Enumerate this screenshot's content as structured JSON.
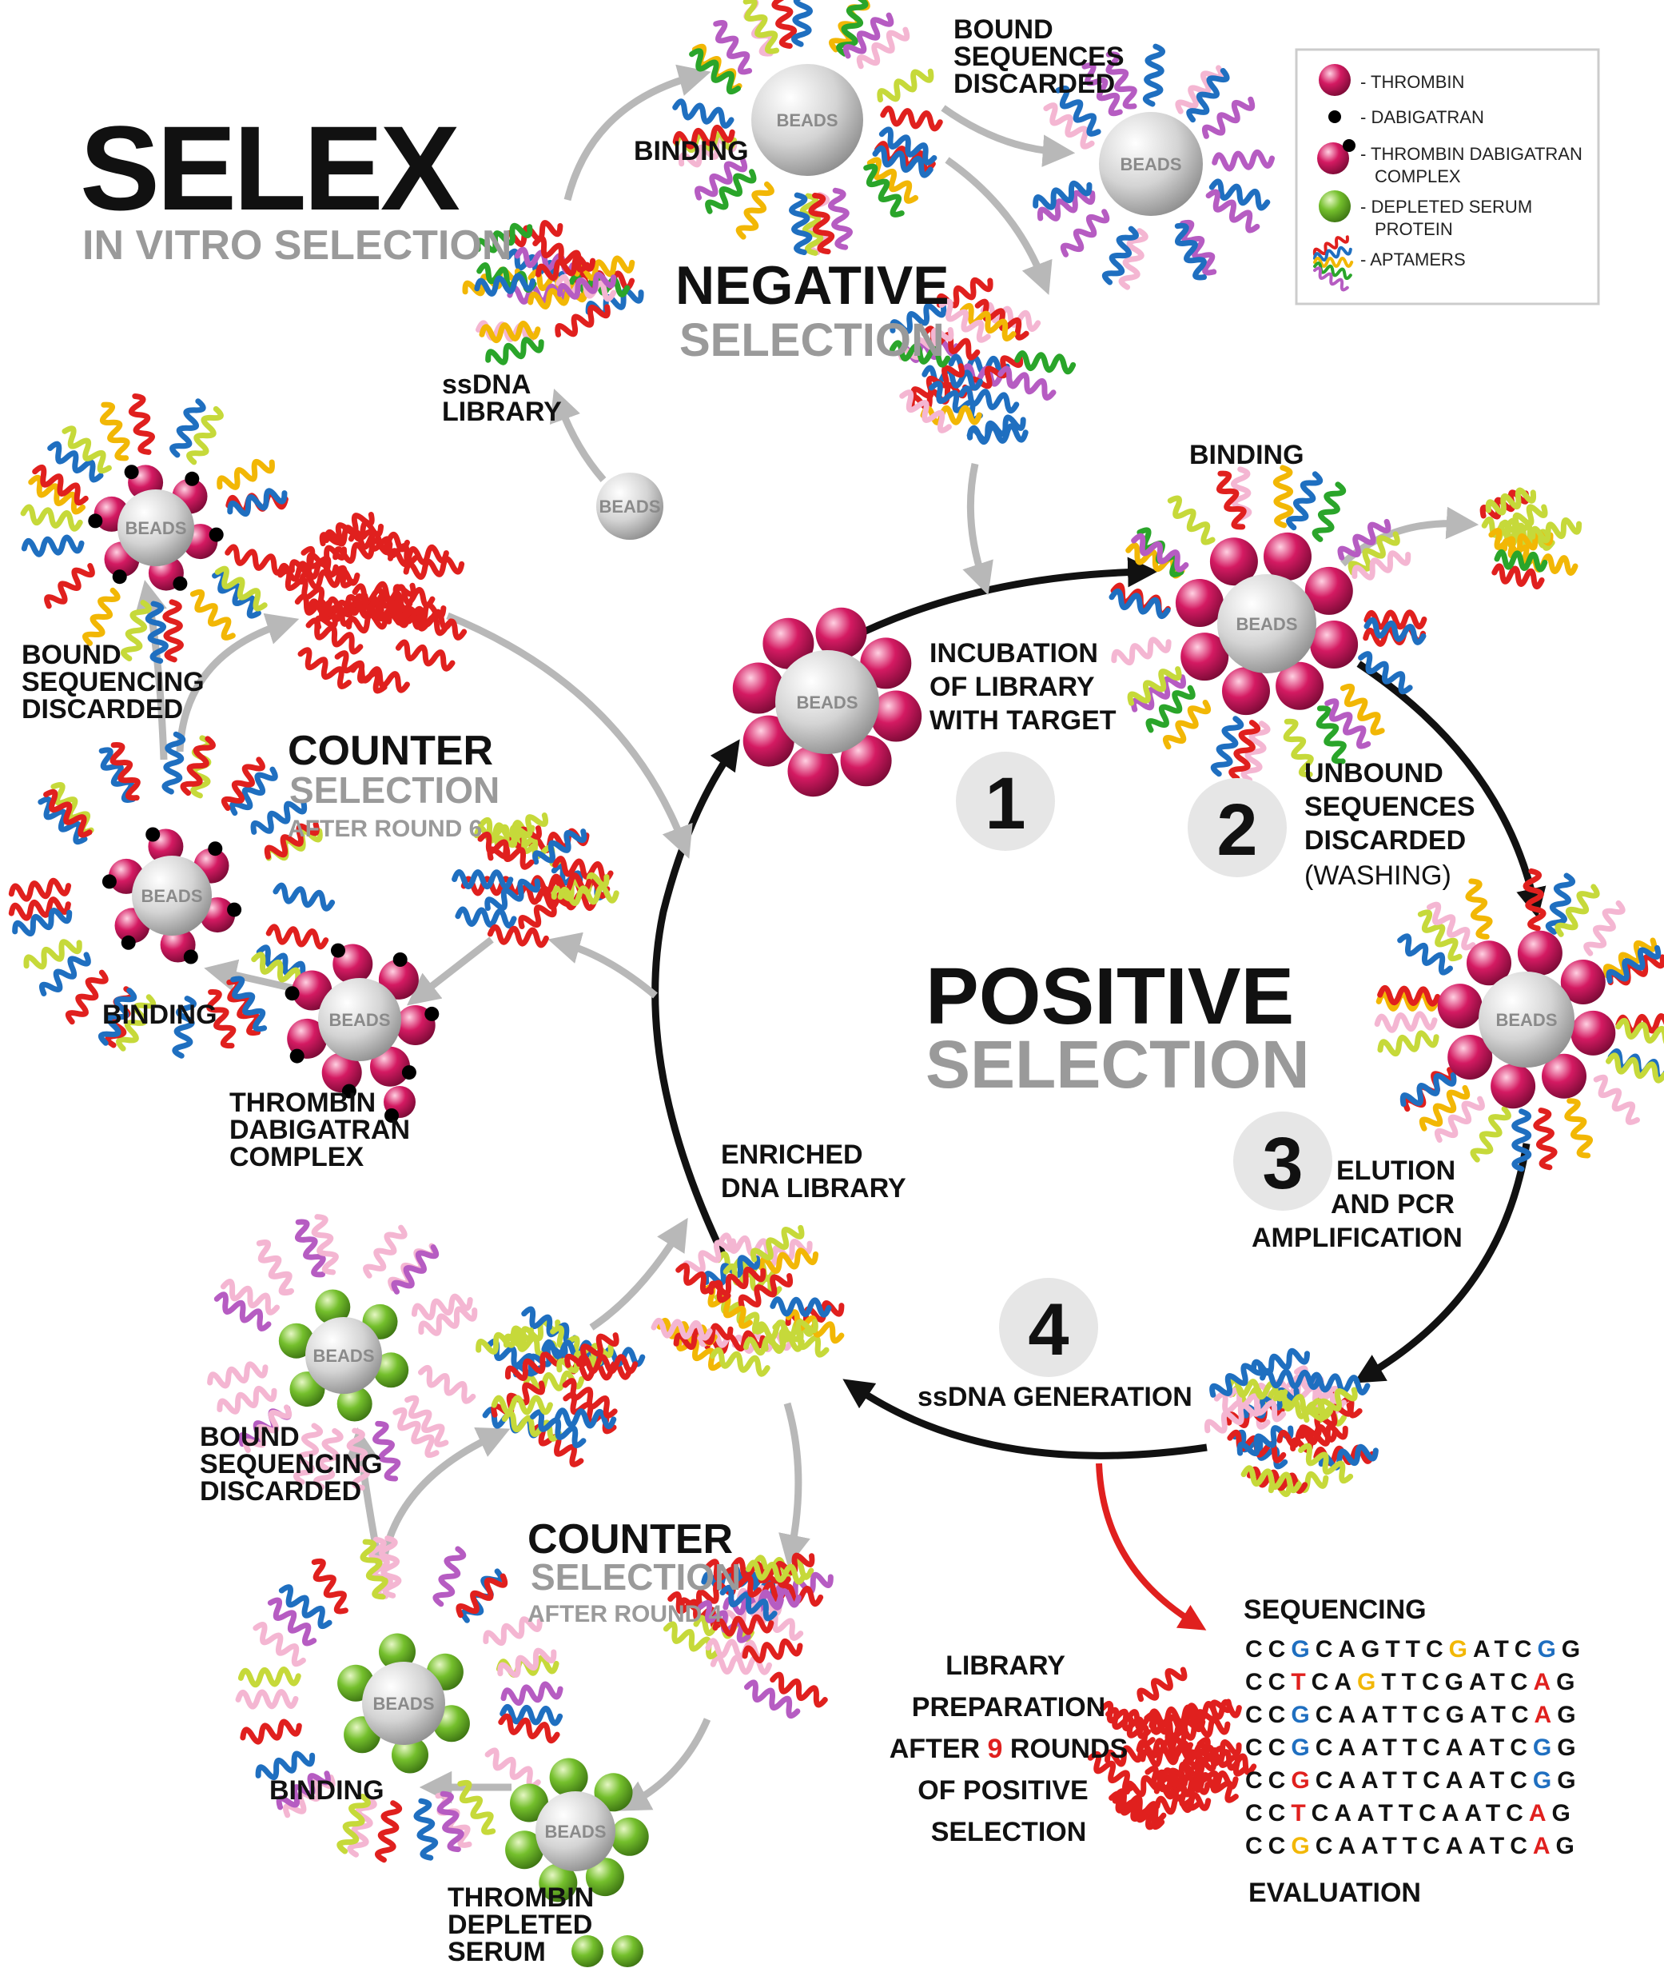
{
  "title": "SELEX",
  "subtitle": "IN VITRO SELECTION",
  "colors": {
    "thrombin": "#c8125a",
    "dabigatran": "#000000",
    "serum": "#6db52a",
    "bead": "#cfcfcf",
    "arrow_main": "#111111",
    "arrow_side": "#b8b8b8",
    "arrow_red": "#e0201e",
    "seq_black": "#111111",
    "seq_blue": "#1f6fc0",
    "seq_red": "#e0201e",
    "seq_yellow": "#f2b705",
    "strand_palette": [
      "#e0201e",
      "#1f6fc0",
      "#f2b705",
      "#2aa52a",
      "#b65cc2",
      "#c6d93a",
      "#f4b6d2"
    ]
  },
  "legend": {
    "items": [
      {
        "icon": "thrombin-icon",
        "label": "- THROMBIN"
      },
      {
        "icon": "dabigatran-icon",
        "label": "- DABIGATRAN"
      },
      {
        "icon": "complex-icon",
        "label": "- THROMBIN DABIGATRAN",
        "label2": "COMPLEX"
      },
      {
        "icon": "serum-icon",
        "label": "- DEPLETED SERUM",
        "label2": "PROTEIN"
      },
      {
        "icon": "aptamer-icon",
        "label": "- APTAMERS"
      }
    ]
  },
  "bead_label": "BEADS",
  "negative": {
    "title": "NEGATIVE",
    "subtitle": "SELECTION",
    "binding": "BINDING",
    "bound_discarded": [
      "BOUND",
      "SEQUENCES",
      "DISCARDED"
    ],
    "library": [
      "ssDNA",
      "LIBRARY"
    ]
  },
  "positive": {
    "title": "POSITIVE",
    "subtitle": "SELECTION",
    "binding": "BINDING",
    "steps": [
      {
        "num": "1",
        "text": [
          "INCUBATION",
          "OF LIBRARY",
          "WITH TARGET"
        ]
      },
      {
        "num": "2",
        "text": [
          "UNBOUND",
          "SEQUENCES",
          "DISCARDED"
        ],
        "note": "(WASHING)"
      },
      {
        "num": "3",
        "text": [
          "ELUTION",
          "AND PCR",
          "AMPLIFICATION"
        ]
      },
      {
        "num": "4",
        "text": [
          "ssDNA GENERATION"
        ]
      }
    ],
    "enriched": [
      "ENRICHED",
      "DNA LIBRARY"
    ]
  },
  "counter6": {
    "title": "COUNTER",
    "subtitle": "SELECTION",
    "round": "AFTER ROUND 6",
    "bound_discarded": [
      "BOUND",
      "SEQUENCING",
      "DISCARDED"
    ],
    "binding": "BINDING",
    "complex": [
      "THROMBIN",
      "DABIGATRAN",
      "COMPLEX"
    ]
  },
  "counter4": {
    "title": "COUNTER",
    "subtitle": "SELECTION",
    "round": "AFTER ROUND 4",
    "bound_discarded": [
      "BOUND",
      "SEQUENCING",
      "DISCARDED"
    ],
    "binding": "BINDING",
    "serum": [
      "THROMBIN",
      "DEPLETED",
      "SERUM"
    ]
  },
  "library_prep": {
    "line1": "LIBRARY",
    "line2": "PREPARATION",
    "line3_pre": "AFTER ",
    "line3_num": "9",
    "line3_post": " ROUNDS",
    "line4": "OF POSITIVE",
    "line5": "SELECTION"
  },
  "sequencing": {
    "title": "SEQUENCING",
    "footer": "EVALUATION",
    "rows": [
      [
        [
          "CC",
          "k"
        ],
        [
          "G",
          "b"
        ],
        [
          "CAGTTC",
          "k"
        ],
        [
          "G",
          "y"
        ],
        [
          "ATC",
          "k"
        ],
        [
          "G",
          "b"
        ],
        [
          "G",
          "k"
        ]
      ],
      [
        [
          "CC",
          "k"
        ],
        [
          "T",
          "r"
        ],
        [
          "CA",
          "k"
        ],
        [
          "G",
          "y"
        ],
        [
          "TTCGATC",
          "k"
        ],
        [
          "A",
          "r"
        ],
        [
          "G",
          "k"
        ]
      ],
      [
        [
          "CC",
          "k"
        ],
        [
          "G",
          "b"
        ],
        [
          "CAATTCGATC",
          "k"
        ],
        [
          "A",
          "r"
        ],
        [
          "G",
          "k"
        ]
      ],
      [
        [
          "CC",
          "k"
        ],
        [
          "G",
          "b"
        ],
        [
          "CAATTCAATC",
          "k"
        ],
        [
          "G",
          "b"
        ],
        [
          "G",
          "k"
        ]
      ],
      [
        [
          "CC",
          "k"
        ],
        [
          "G",
          "r"
        ],
        [
          "CAATTCAATC",
          "k"
        ],
        [
          "G",
          "b"
        ],
        [
          "G",
          "k"
        ]
      ],
      [
        [
          "CC",
          "k"
        ],
        [
          "T",
          "r"
        ],
        [
          "CAATTCAATC",
          "k"
        ],
        [
          "A",
          "r"
        ],
        [
          "G",
          "k"
        ]
      ],
      [
        [
          "CC",
          "k"
        ],
        [
          "G",
          "y"
        ],
        [
          "CAATTCAATC",
          "k"
        ],
        [
          "A",
          "r"
        ],
        [
          "G",
          "k"
        ]
      ]
    ]
  }
}
